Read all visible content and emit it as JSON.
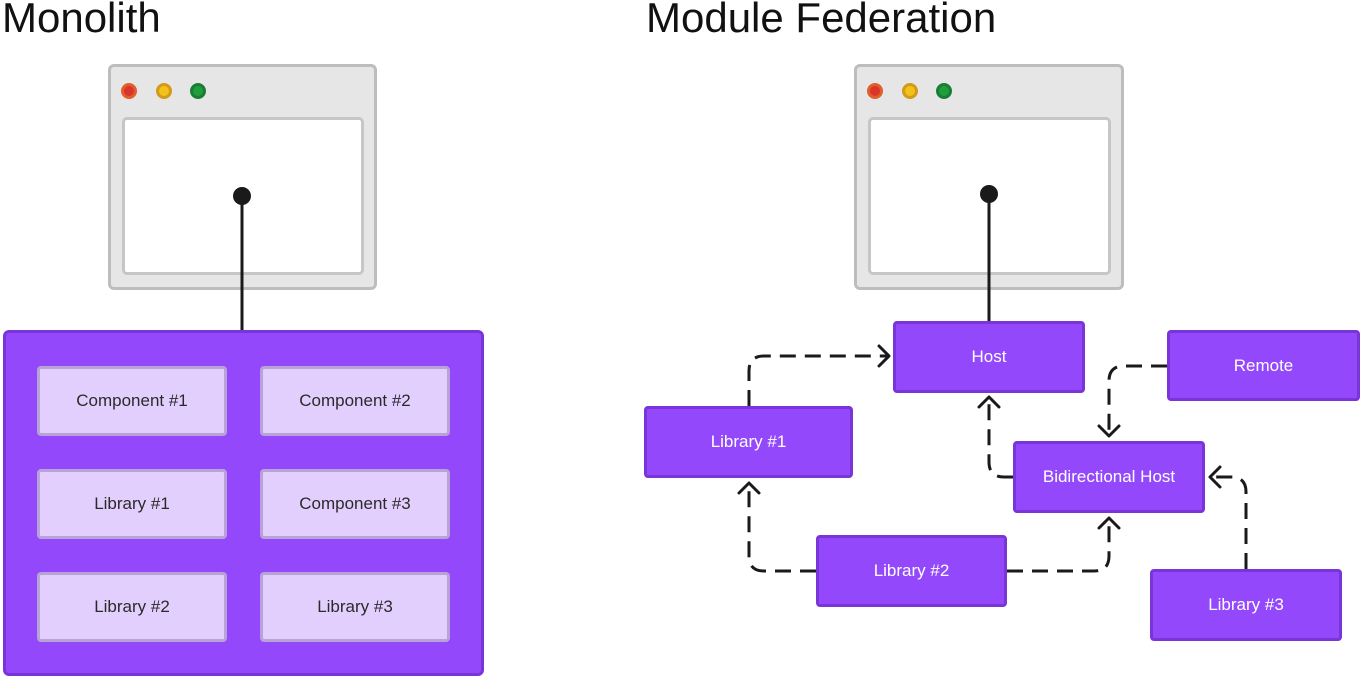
{
  "monolith": {
    "title": "Monolith",
    "items": [
      {
        "label": "Component #1"
      },
      {
        "label": "Component #2"
      },
      {
        "label": "Library #1"
      },
      {
        "label": "Component #3"
      },
      {
        "label": "Library #2"
      },
      {
        "label": "Library #3"
      }
    ]
  },
  "module_federation": {
    "title": "Module Federation",
    "nodes": {
      "host": "Host",
      "remote": "Remote",
      "library1": "Library #1",
      "bidirectional_host": "Bidirectional Host",
      "library2": "Library #2",
      "library3": "Library #3"
    }
  },
  "colors": {
    "node_fill": "#9448fc",
    "node_border": "#7a35d9",
    "item_fill": "#e3cffe",
    "browser_frame": "#e6e6e6"
  }
}
